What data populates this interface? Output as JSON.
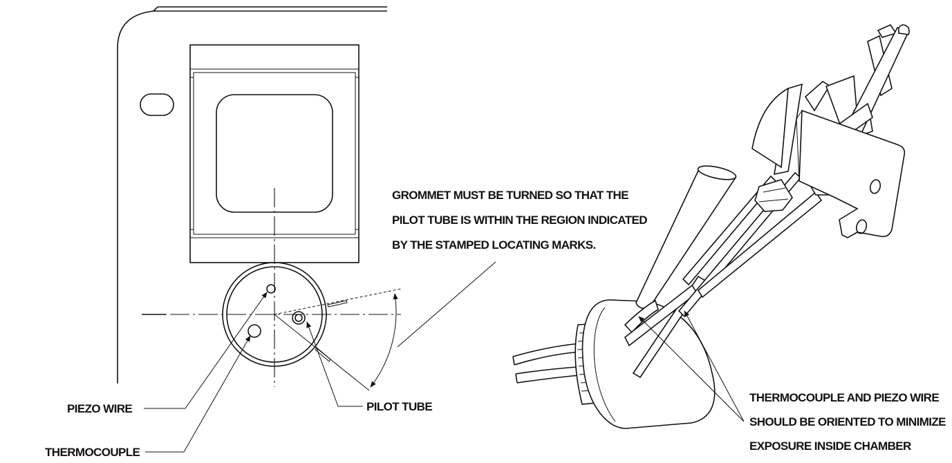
{
  "labels": {
    "grommet_note": [
      "GROMMET MUST BE TURNED SO THAT THE",
      "PILOT TUBE IS WITHIN THE REGION INDICATED",
      "BY THE STAMPED LOCATING MARKS."
    ],
    "piezo_wire": "PIEZO WIRE",
    "thermocouple": "THERMOCOUPLE",
    "pilot_tube": "PILOT TUBE",
    "orientation_note": [
      "THERMOCOUPLE AND PIEZO WIRE",
      "SHOULD BE ORIENTED TO MINIMIZE",
      "EXPOSURE INSIDE CHAMBER"
    ]
  }
}
